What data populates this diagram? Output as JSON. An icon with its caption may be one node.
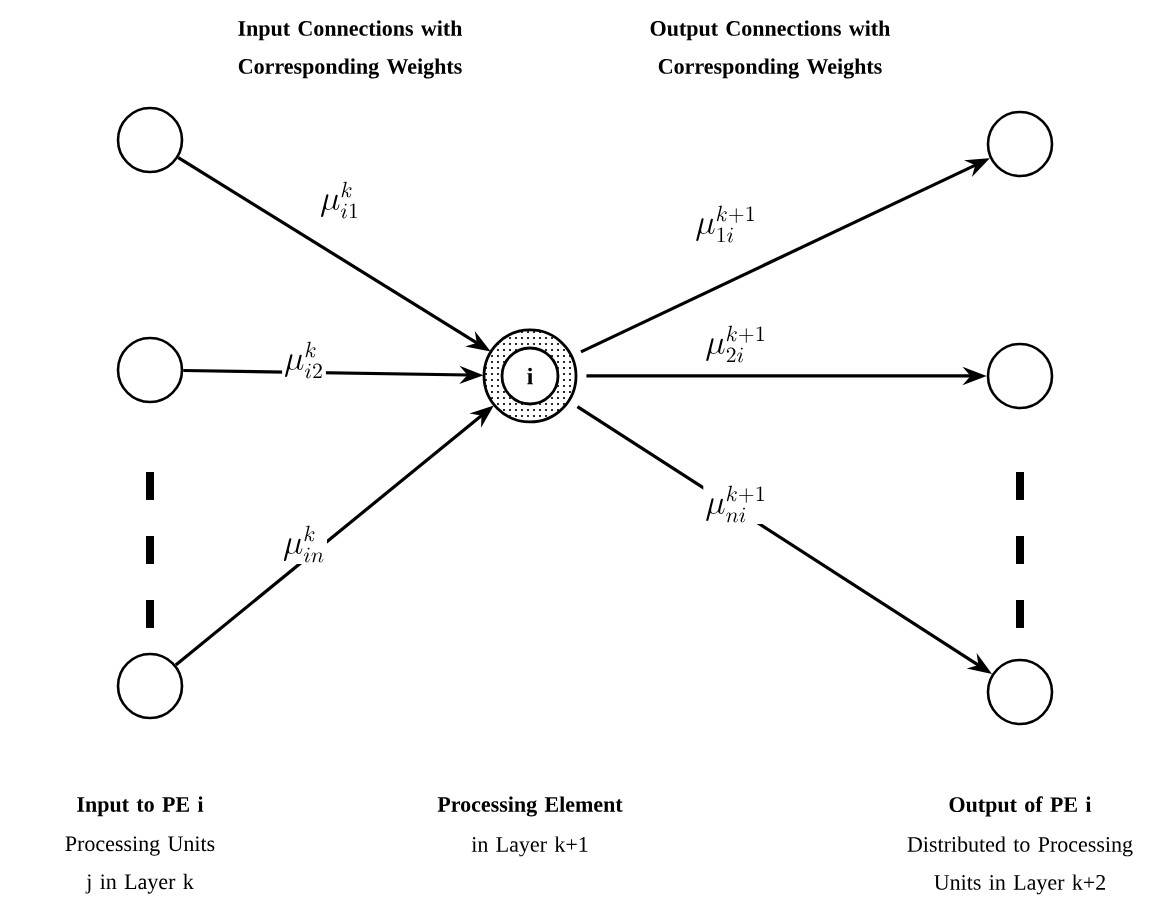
{
  "diagram": {
    "nodes": [
      {
        "text": [],
        "shape": "circle"
      },
      {
        "text": [],
        "shape": "circle"
      },
      {
        "text": [],
        "shape": "circle"
      },
      {
        "text": [
          "i"
        ]
      },
      {
        "text": [],
        "shape": "circle"
      },
      {
        "text": [],
        "shape": "circle"
      },
      {
        "text": [],
        "shape": "circle"
      }
    ],
    "edges": [
      {
        "from": 0,
        "to": 3,
        "arrow": "to",
        "label": "\\mu^{k}_{i1}"
      },
      {
        "from": 1,
        "to": 3,
        "arrow": "to",
        "label": "\\mu^{k}_{i2}"
      },
      {
        "from": 2,
        "to": 3,
        "arrow": "to",
        "label": "\\mu^{k}_{in}"
      },
      {
        "from": 3,
        "to": 4,
        "arrow": "to",
        "label": "\\mu^{k+1}_{1i}"
      },
      {
        "from": 3,
        "to": 5,
        "arrow": "to",
        "label": "\\mu^{k+1}_{2i}"
      },
      {
        "from": 3,
        "to": 6,
        "arrow": "to",
        "label": "\\mu^{k+1}_{ni}"
      }
    ],
    "labels": [
      "Input Connections with Corresponding Weights",
      "Output Connections with Corresponding Weights",
      "Input to PE i",
      "Processing Units j in Layer k",
      "Processing Element",
      "in Layer k+1",
      "Output of PE i",
      "Distributed to Processing Units in Layer k+2"
    ]
  }
}
